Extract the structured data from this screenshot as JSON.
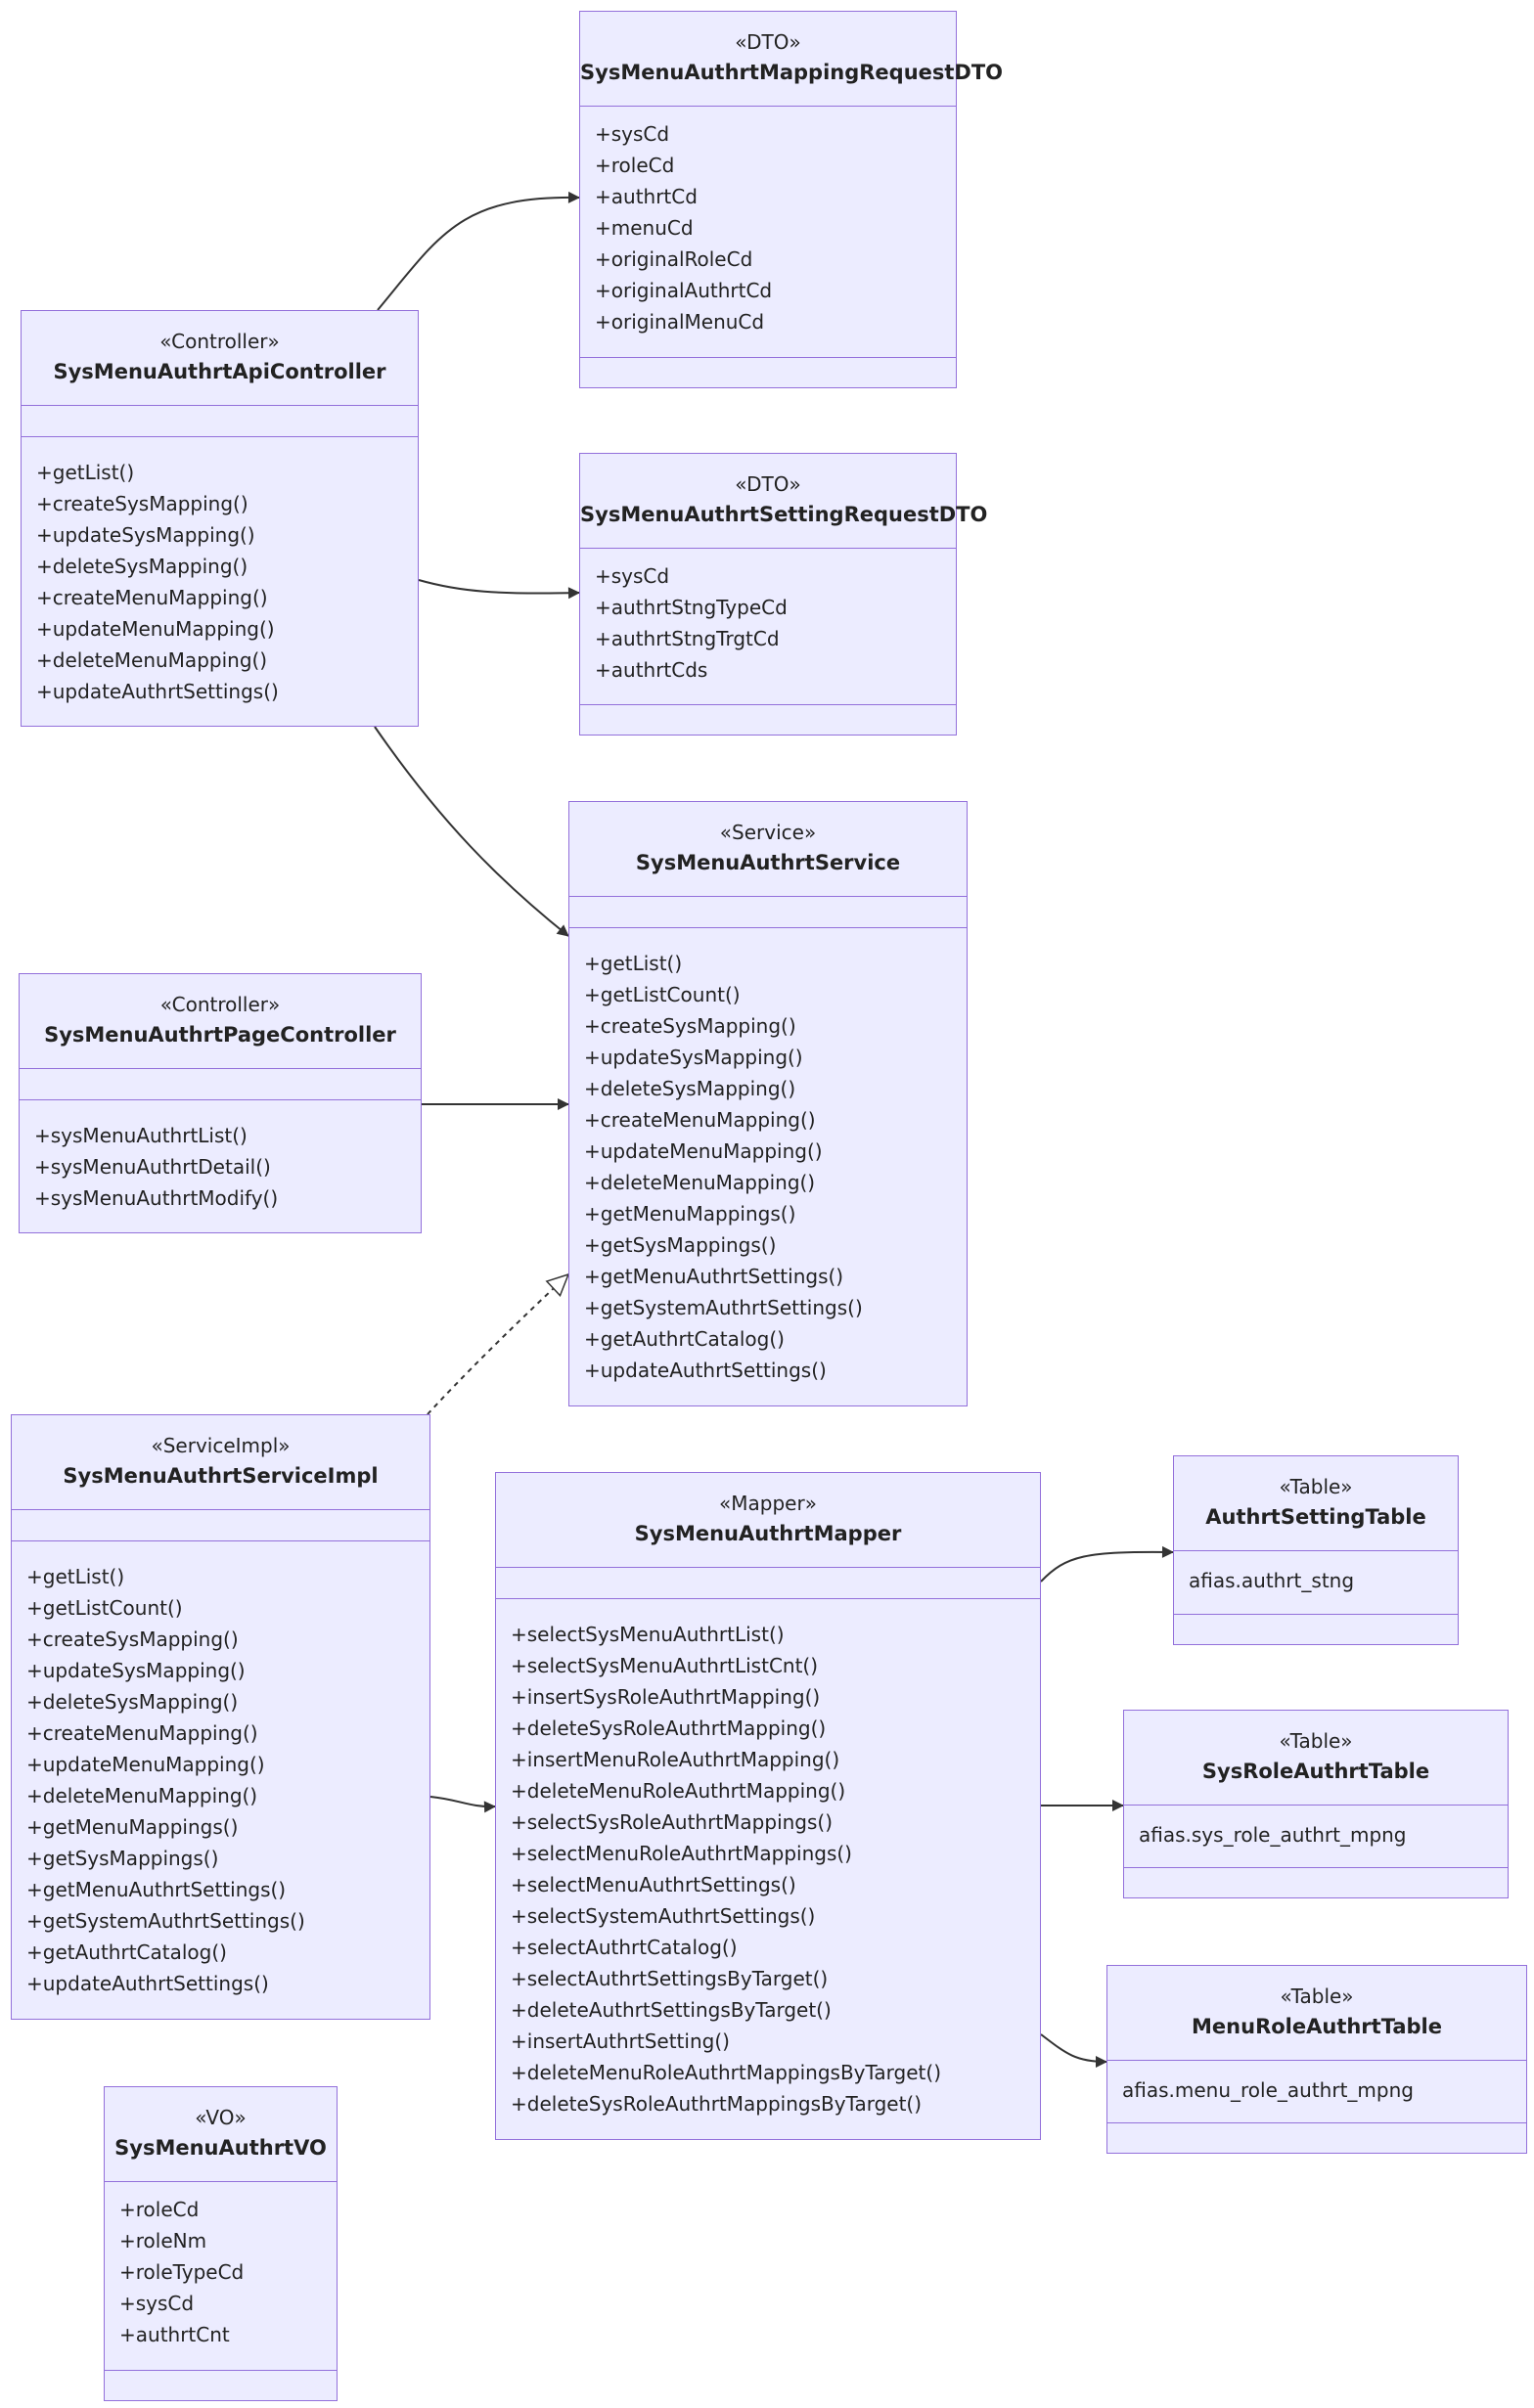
{
  "classes": {
    "mapping_dto": {
      "stereotype": "«DTO»",
      "name": "SysMenuAuthrtMappingRequestDTO",
      "attributes": [
        "+sysCd",
        "+roleCd",
        "+authrtCd",
        "+menuCd",
        "+originalRoleCd",
        "+originalAuthrtCd",
        "+originalMenuCd"
      ],
      "methods": []
    },
    "api_controller": {
      "stereotype": "«Controller»",
      "name": "SysMenuAuthrtApiController",
      "attributes": [],
      "methods": [
        "+getList()",
        "+createSysMapping()",
        "+updateSysMapping()",
        "+deleteSysMapping()",
        "+createMenuMapping()",
        "+updateMenuMapping()",
        "+deleteMenuMapping()",
        "+updateAuthrtSettings()"
      ]
    },
    "setting_dto": {
      "stereotype": "«DTO»",
      "name": "SysMenuAuthrtSettingRequestDTO",
      "attributes": [
        "+sysCd",
        "+authrtStngTypeCd",
        "+authrtStngTrgtCd",
        "+authrtCds"
      ],
      "methods": []
    },
    "service": {
      "stereotype": "«Service»",
      "name": "SysMenuAuthrtService",
      "attributes": [],
      "methods": [
        "+getList()",
        "+getListCount()",
        "+createSysMapping()",
        "+updateSysMapping()",
        "+deleteSysMapping()",
        "+createMenuMapping()",
        "+updateMenuMapping()",
        "+deleteMenuMapping()",
        "+getMenuMappings()",
        "+getSysMappings()",
        "+getMenuAuthrtSettings()",
        "+getSystemAuthrtSettings()",
        "+getAuthrtCatalog()",
        "+updateAuthrtSettings()"
      ]
    },
    "page_controller": {
      "stereotype": "«Controller»",
      "name": "SysMenuAuthrtPageController",
      "attributes": [],
      "methods": [
        "+sysMenuAuthrtList()",
        "+sysMenuAuthrtDetail()",
        "+sysMenuAuthrtModify()"
      ]
    },
    "service_impl": {
      "stereotype": "«ServiceImpl»",
      "name": "SysMenuAuthrtServiceImpl",
      "attributes": [],
      "methods": [
        "+getList()",
        "+getListCount()",
        "+createSysMapping()",
        "+updateSysMapping()",
        "+deleteSysMapping()",
        "+createMenuMapping()",
        "+updateMenuMapping()",
        "+deleteMenuMapping()",
        "+getMenuMappings()",
        "+getSysMappings()",
        "+getMenuAuthrtSettings()",
        "+getSystemAuthrtSettings()",
        "+getAuthrtCatalog()",
        "+updateAuthrtSettings()"
      ]
    },
    "mapper": {
      "stereotype": "«Mapper»",
      "name": "SysMenuAuthrtMapper",
      "attributes": [],
      "methods": [
        "+selectSysMenuAuthrtList()",
        "+selectSysMenuAuthrtListCnt()",
        "+insertSysRoleAuthrtMapping()",
        "+deleteSysRoleAuthrtMapping()",
        "+insertMenuRoleAuthrtMapping()",
        "+deleteMenuRoleAuthrtMapping()",
        "+selectSysRoleAuthrtMappings()",
        "+selectMenuRoleAuthrtMappings()",
        "+selectMenuAuthrtSettings()",
        "+selectSystemAuthrtSettings()",
        "+selectAuthrtCatalog()",
        "+selectAuthrtSettingsByTarget()",
        "+deleteAuthrtSettingsByTarget()",
        "+insertAuthrtSetting()",
        "+deleteMenuRoleAuthrtMappingsByTarget()",
        "+deleteSysRoleAuthrtMappingsByTarget()"
      ]
    },
    "authrt_setting_table": {
      "stereotype": "«Table»",
      "name": "AuthrtSettingTable",
      "attributes": [
        "afias.authrt_stng"
      ],
      "methods": []
    },
    "sys_role_table": {
      "stereotype": "«Table»",
      "name": "SysRoleAuthrtTable",
      "attributes": [
        "afias.sys_role_authrt_mpng"
      ],
      "methods": []
    },
    "menu_role_table": {
      "stereotype": "«Table»",
      "name": "MenuRoleAuthrtTable",
      "attributes": [
        "afias.menu_role_authrt_mpng"
      ],
      "methods": []
    },
    "vo": {
      "stereotype": "«VO»",
      "name": "SysMenuAuthrtVO",
      "attributes": [
        "+roleCd",
        "+roleNm",
        "+roleTypeCd",
        "+sysCd",
        "+authrtCnt"
      ],
      "methods": []
    }
  },
  "relations": [
    {
      "from": "api_controller",
      "to": "mapping_dto",
      "kind": "association"
    },
    {
      "from": "api_controller",
      "to": "setting_dto",
      "kind": "association"
    },
    {
      "from": "api_controller",
      "to": "service",
      "kind": "association"
    },
    {
      "from": "page_controller",
      "to": "service",
      "kind": "association"
    },
    {
      "from": "service_impl",
      "to": "service",
      "kind": "realization"
    },
    {
      "from": "service_impl",
      "to": "mapper",
      "kind": "association"
    },
    {
      "from": "mapper",
      "to": "authrt_setting_table",
      "kind": "association"
    },
    {
      "from": "mapper",
      "to": "sys_role_table",
      "kind": "association"
    },
    {
      "from": "mapper",
      "to": "menu_role_table",
      "kind": "association"
    }
  ]
}
